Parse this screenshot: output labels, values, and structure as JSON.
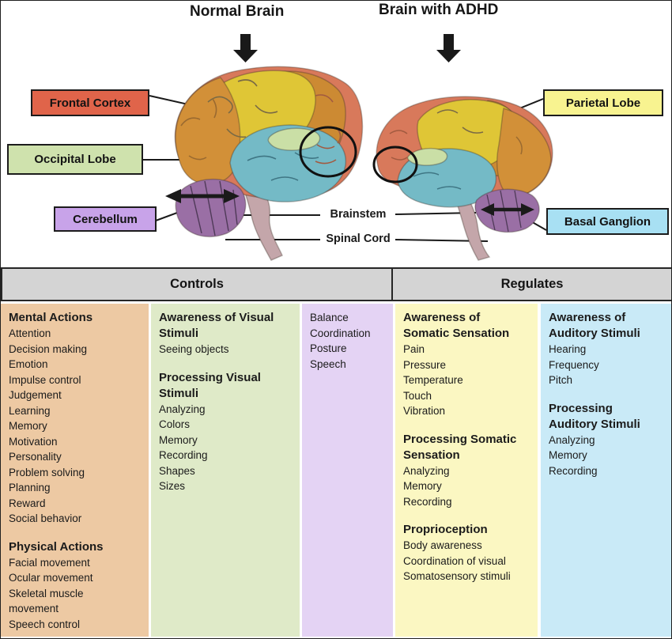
{
  "diagram": {
    "normal_title": "Normal Brain",
    "adhd_title": "Brain with ADHD",
    "callouts": {
      "frontal": "Frontal Cortex",
      "occipital": "Occipital Lobe",
      "cerebellum": "Cerebellum",
      "parietal": "Parietal Lobe",
      "basal": "Basal Ganglion",
      "brainstem": "Brainstem",
      "spinal": "Spinal Cord"
    },
    "callout_colors": {
      "frontal": "#e0644a",
      "occipital": "#cfe2ad",
      "cerebellum": "#c8a3e9",
      "parietal": "#f8f390",
      "basal": "#a8e0f3"
    },
    "brain_colors": {
      "frontal": "#d8795b",
      "parietal": "#dfc636",
      "parietal_dark": "#cc8a33",
      "occipital": "#d29038",
      "temporal": "#74bac6",
      "patch": "#cadfa6",
      "cerebellum": "#9a6fa5",
      "brainstem": "#c4a6aa"
    }
  },
  "table": {
    "headers": [
      "Controls",
      "Regulates"
    ],
    "header_bg": "#d4d4d4",
    "columns": [
      {
        "key": "mental-physical-actions",
        "bg": "#edc9a3",
        "sections": [
          {
            "title": "Mental Actions",
            "items": [
              "Attention",
              "Decision making",
              "Emotion",
              "Impulse control",
              "Judgement",
              "Learning",
              "Memory",
              "Motivation",
              "Personality",
              "Problem solving",
              "Planning",
              "Reward",
              "Social behavior"
            ]
          },
          {
            "title": "Physical Actions",
            "items": [
              "Facial movement",
              "Ocular movement",
              "Skeletal muscle\nmovement",
              "Speech control"
            ]
          }
        ]
      },
      {
        "key": "visual-stimuli",
        "bg": "#dfeac8",
        "sections": [
          {
            "title": "Awareness of Visual\nStimuli",
            "items": [
              "Seeing objects"
            ]
          },
          {
            "title": "Processing Visual\nStimuli",
            "items": [
              "Analyzing",
              "Colors",
              "Memory",
              "Recording",
              "Shapes",
              "Sizes"
            ]
          }
        ]
      },
      {
        "key": "balance-coordination",
        "bg": "#e4d3f4",
        "sections": [
          {
            "title": "",
            "items": [
              "Balance",
              "Coordination",
              "Posture",
              "Speech"
            ]
          }
        ]
      },
      {
        "key": "somatic-sensation",
        "bg": "#fbf7c2",
        "sections": [
          {
            "title": "Awareness of\nSomatic Sensation",
            "items": [
              "Pain",
              "Pressure",
              "Temperature",
              "Touch",
              "Vibration"
            ]
          },
          {
            "title": "Processing Somatic\nSensation",
            "items": [
              "Analyzing",
              "Memory",
              "Recording"
            ]
          },
          {
            "title": "Proprioception",
            "items": [
              "Body awareness",
              "Coordination of visual",
              "Somatosensory stimuli"
            ]
          }
        ]
      },
      {
        "key": "auditory-stimuli",
        "bg": "#c9eaf7",
        "sections": [
          {
            "title": "Awareness of\nAuditory Stimuli",
            "items": [
              "Hearing",
              "Frequency",
              "Pitch"
            ]
          },
          {
            "title": "Processing\nAuditory Stimuli",
            "items": [
              "Analyzing",
              "Memory",
              "Recording"
            ]
          }
        ]
      }
    ]
  }
}
